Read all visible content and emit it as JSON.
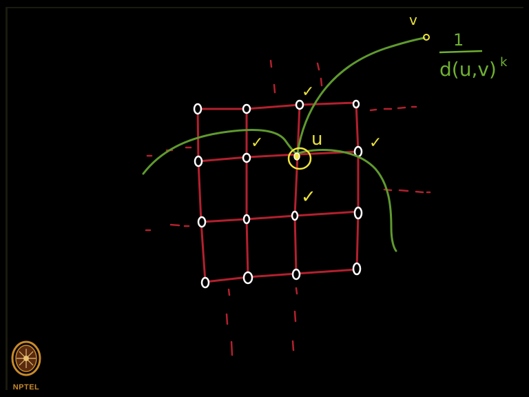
{
  "colors": {
    "background": "#000000",
    "grid": "#b3202e",
    "curve": "#5f9a2e",
    "check": "#e8e23a",
    "node": "#ffffff",
    "highlight": "#f0e63a",
    "formula": "#6fb030",
    "logo": "#c98a2a"
  },
  "labels": {
    "u": "u",
    "v": "v",
    "check": "✓",
    "formula_numerator": "1",
    "formula_denominator": "d(u,v)",
    "formula_exponent": "k"
  },
  "logo": {
    "text": "NPTEL",
    "icon": "nptel-logo-icon"
  }
}
